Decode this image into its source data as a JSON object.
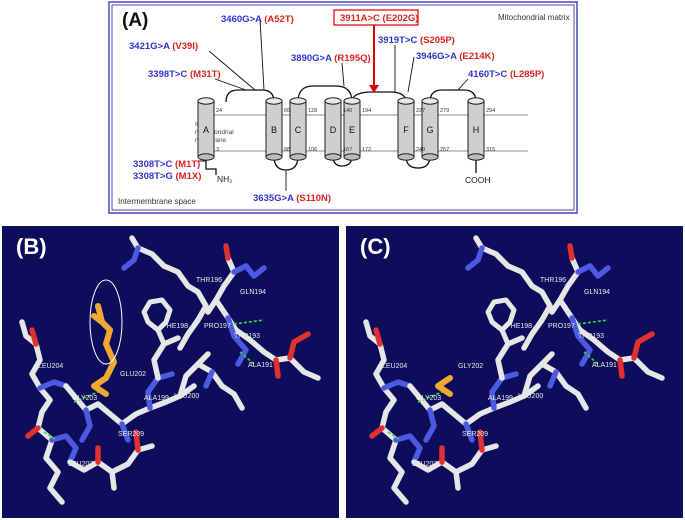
{
  "panel_a": {
    "label": "(A)",
    "top_region": "Mitochondrial matrix",
    "bottom_region": "Intermembrane space",
    "membrane_label": [
      "Inner",
      "mitochondrial",
      "membrane"
    ],
    "n_terminus": "NH₂",
    "c_terminus": "COOH",
    "helices": [
      "A",
      "B",
      "C",
      "D",
      "E",
      "F",
      "G",
      "H"
    ],
    "top_residues": [
      "24",
      "66",
      "128",
      "140",
      "194",
      "227",
      "279",
      "294"
    ],
    "bottom_residues": [
      "3",
      "88",
      "106",
      "167",
      "172",
      "249",
      "257",
      "315"
    ],
    "highlighted_mutation": {
      "change": "3911A>C",
      "effect": "(E202G)"
    },
    "mutations": [
      {
        "change": "3460G>A",
        "effect": "(A52T)"
      },
      {
        "change": "3421G>A",
        "effect": "(V39I)"
      },
      {
        "change": "3398T>C",
        "effect": "(M31T)"
      },
      {
        "change": "3890G>A",
        "effect": "(R195Q)"
      },
      {
        "change": "3919T>C",
        "effect": "(S205P)"
      },
      {
        "change": "3946G>A",
        "effect": "(E214K)"
      },
      {
        "change": "4160T>C",
        "effect": "(L285P)"
      },
      {
        "change": "3308T>C",
        "effect": "(M1T)"
      },
      {
        "change": "3308T>G",
        "effect": "(M1X)"
      },
      {
        "change": "3635G>A",
        "effect": "(S110N)"
      }
    ],
    "colors": {
      "change": "#3333cc",
      "effect": "#dd2222",
      "frame": "#4a4ab8",
      "arrow": "#dd0000"
    }
  },
  "panel_b": {
    "label": "(B)",
    "residue_labels": [
      "THR196",
      "LEU204",
      "GLU202",
      "PHE198",
      "PRO197",
      "THR193",
      "ALA191",
      "GLY203",
      "LEU200",
      "SER209",
      "LEU207",
      "GLN194",
      "ALA199"
    ]
  },
  "panel_c": {
    "label": "(C)",
    "residue_labels": [
      "THR196",
      "LEU204",
      "GLY202",
      "PHE198",
      "PRO197",
      "THR193",
      "ALA191",
      "GLY203",
      "LEU200",
      "SER209",
      "LEU207",
      "GLN194",
      "ALA199"
    ]
  }
}
